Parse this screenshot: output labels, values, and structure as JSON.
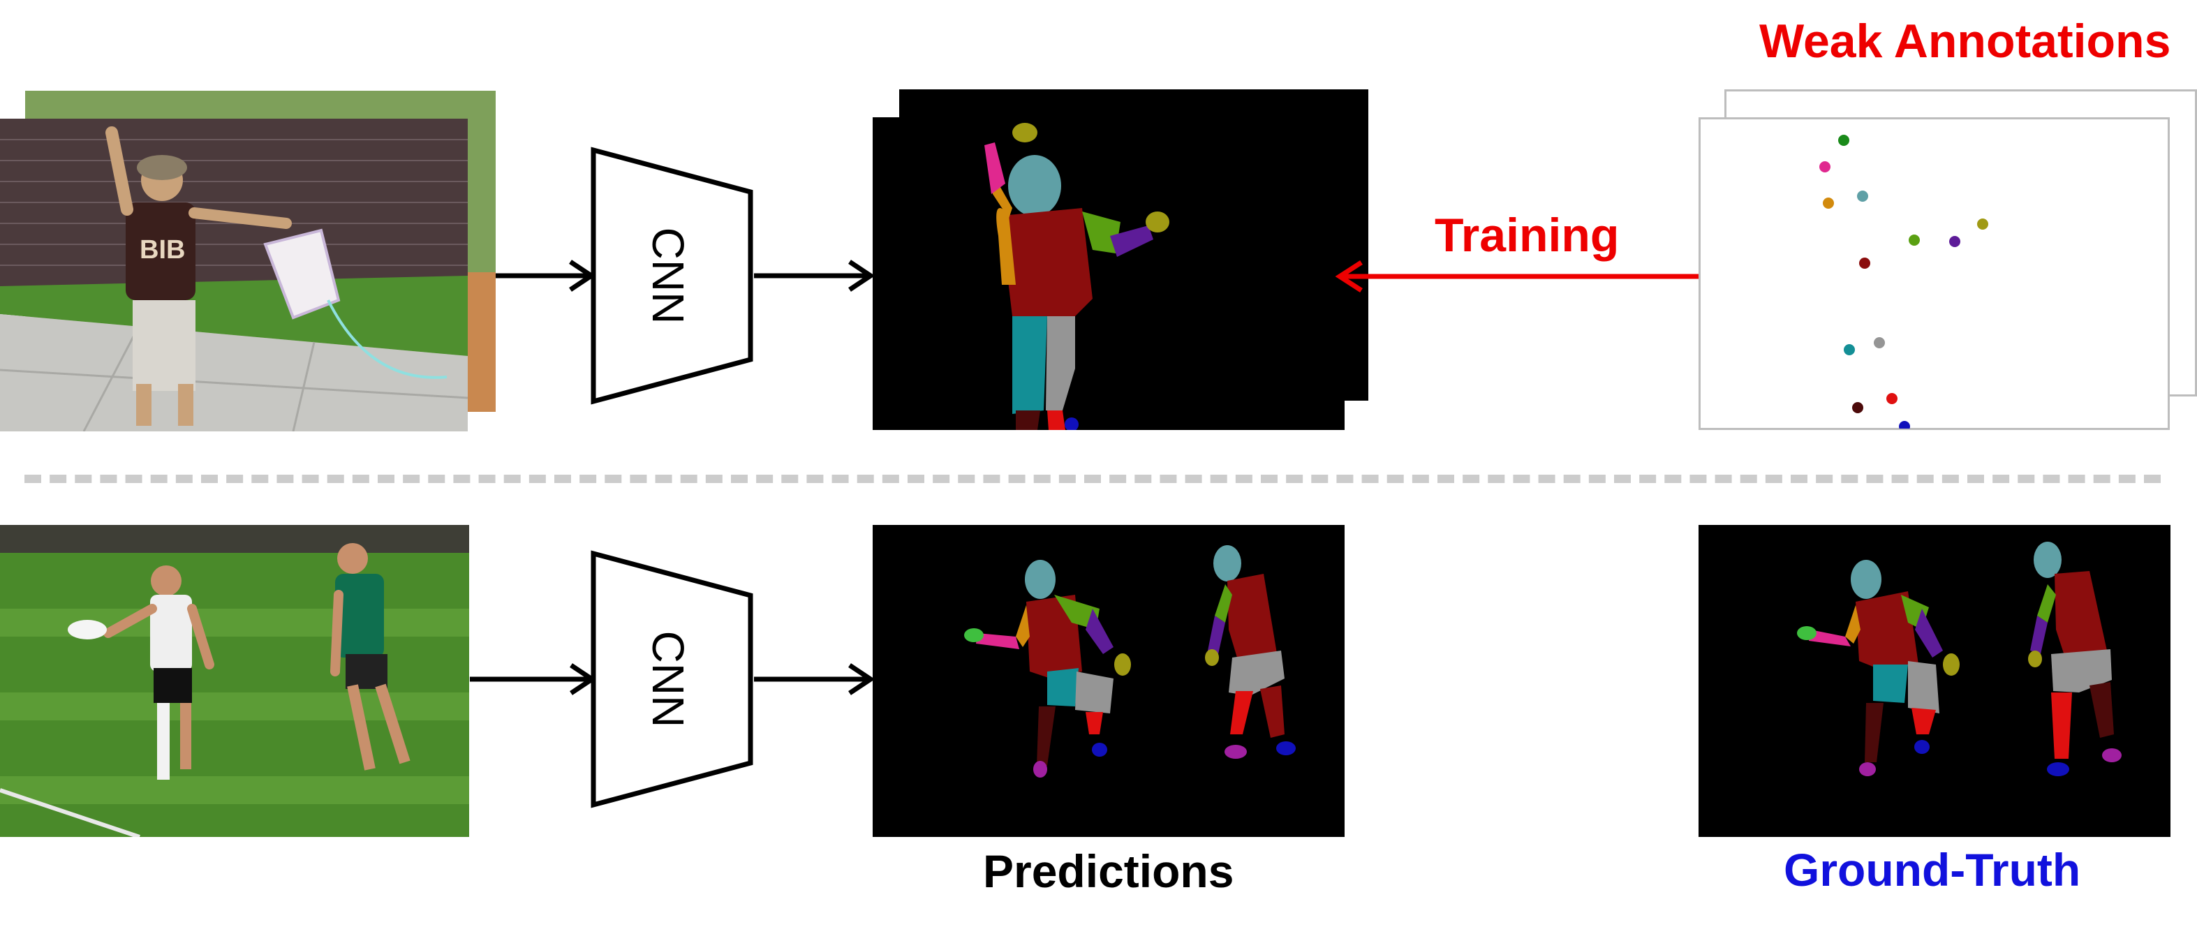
{
  "title_weak": "Weak Annotations",
  "label_training": "Training",
  "label_predictions": "Predictions",
  "label_ground_truth": "Ground-Truth",
  "cnn_label_top": "CNN",
  "cnn_label_bottom": "CNN",
  "colors": {
    "red": "#ee0000",
    "blue": "#1111dd",
    "divider": "#cccccc",
    "head": "#5fa0a6",
    "torso": "#8b0d0d",
    "upper_arm_l": "#d28a0d",
    "upper_arm_r": "#5aa012",
    "lower_arm_l": "#e0288f",
    "lower_arm_r": "#5d1c98",
    "hand_l": "#3fbf3f",
    "hand_r": "#a09a14",
    "thigh_l": "#138f96",
    "thigh_r": "#959595",
    "shin_l": "#4c0a0a",
    "shin_r": "#e01010",
    "foot_l": "#a020a0",
    "foot_r": "#1010bb"
  },
  "keypoint_colors": [
    "#1a8a1a",
    "#e0288f",
    "#5fa0a6",
    "#d28a0d",
    "#5aa012",
    "#5d1c98",
    "#a09a14",
    "#8b0d0d",
    "#138f96",
    "#959595",
    "#4c0a0a",
    "#e01010",
    "#1010bb"
  ],
  "icons": [
    "arrow-right-icon",
    "arrow-left-icon"
  ]
}
